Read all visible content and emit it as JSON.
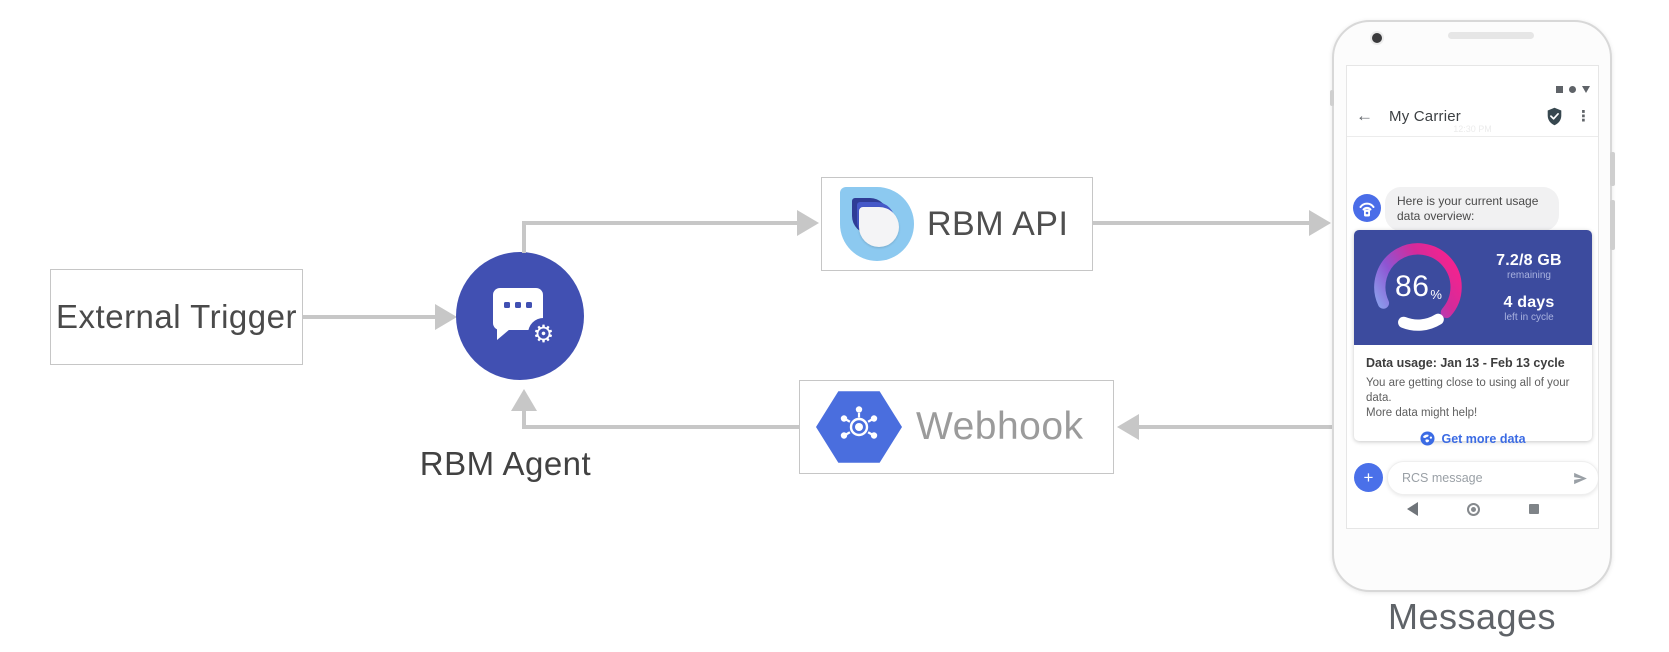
{
  "diagram": {
    "nodes": {
      "external_trigger": "External Trigger",
      "rbm_agent": "RBM Agent",
      "rbm_api": "RBM API",
      "webhook": "Webhook"
    },
    "phone_caption": "Messages",
    "flow": [
      "External Trigger -> RBM Agent",
      "RBM Agent -> RBM API",
      "RBM API -> Messages (phone)",
      "Messages (phone) -> Webhook",
      "Webhook -> RBM Agent"
    ]
  },
  "icons": {
    "gear": "⚙",
    "back": "←",
    "menu": "⋮",
    "plus": "+"
  },
  "phone": {
    "status_bar": {
      "time_faint": "12:30 PM"
    },
    "app_bar": {
      "title": "My Carrier"
    },
    "chat": {
      "agent_message": [
        "Here is your current usage",
        "data overview:"
      ]
    },
    "usage_card": {
      "gauge": {
        "percent": 86,
        "percent_label": "86",
        "percent_symbol": "%"
      },
      "remaining_value": "7.2/8 GB",
      "remaining_label": "remaining",
      "days_value": "4 days",
      "days_label": "left in cycle",
      "heading": "Data usage: Jan 13 - Feb 13 cycle",
      "body": [
        "You are getting close to using all of your data.",
        "More data might help!"
      ],
      "cta_label": "Get more data"
    },
    "composer": {
      "placeholder": "RCS message"
    }
  },
  "colors": {
    "agent_circle": "#4150b2",
    "card_header_blue": "#3c4b9e",
    "gauge_light_blue": "#8ab1f2",
    "gauge_purple": "#8e55d3",
    "gauge_pink": "#ef2490",
    "link_blue": "#3b6be4",
    "compose_plus_blue": "#4a70e9",
    "webhook_hexagon": "#4a6ede",
    "api_logo_light_blue": "#8cc9f0",
    "arrow_gray": "#c7c7c7"
  }
}
